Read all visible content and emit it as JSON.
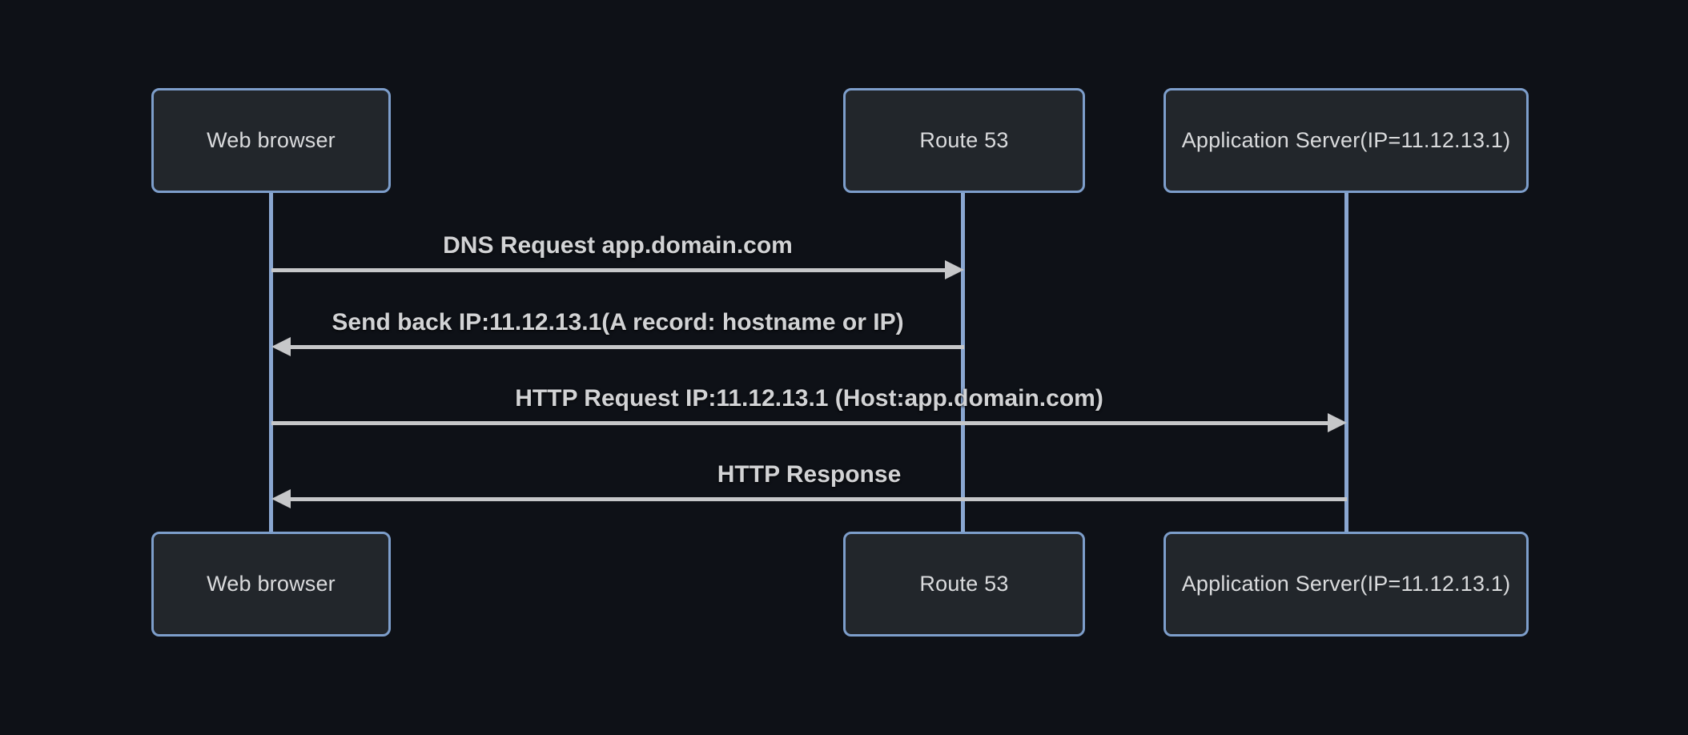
{
  "theme": {
    "background": "#0e1117",
    "actor-fill": "#22262b",
    "actor-border": "#7d9ecb",
    "actor-text": "#dadbdd",
    "lifeline": "#8aa7d1",
    "arrow": "#c6c7c9",
    "message-text": "#d2d3d5"
  },
  "diagram": {
    "type": "sequence",
    "actors": [
      {
        "id": "web-browser",
        "label": "Web browser"
      },
      {
        "id": "route-53",
        "label": "Route 53"
      },
      {
        "id": "app-server",
        "label": "Application Server(IP=11.12.13.1)"
      }
    ],
    "messages": [
      {
        "from": "web-browser",
        "to": "route-53",
        "direction": "right",
        "label": "DNS Request app.domain.com"
      },
      {
        "from": "route-53",
        "to": "web-browser",
        "direction": "left",
        "label": "Send back IP:11.12.13.1(A record: hostname or IP)"
      },
      {
        "from": "web-browser",
        "to": "app-server",
        "direction": "right",
        "label": "HTTP Request IP:11.12.13.1 (Host:app.domain.com)"
      },
      {
        "from": "app-server",
        "to": "web-browser",
        "direction": "left",
        "label": "HTTP Response"
      }
    ]
  }
}
